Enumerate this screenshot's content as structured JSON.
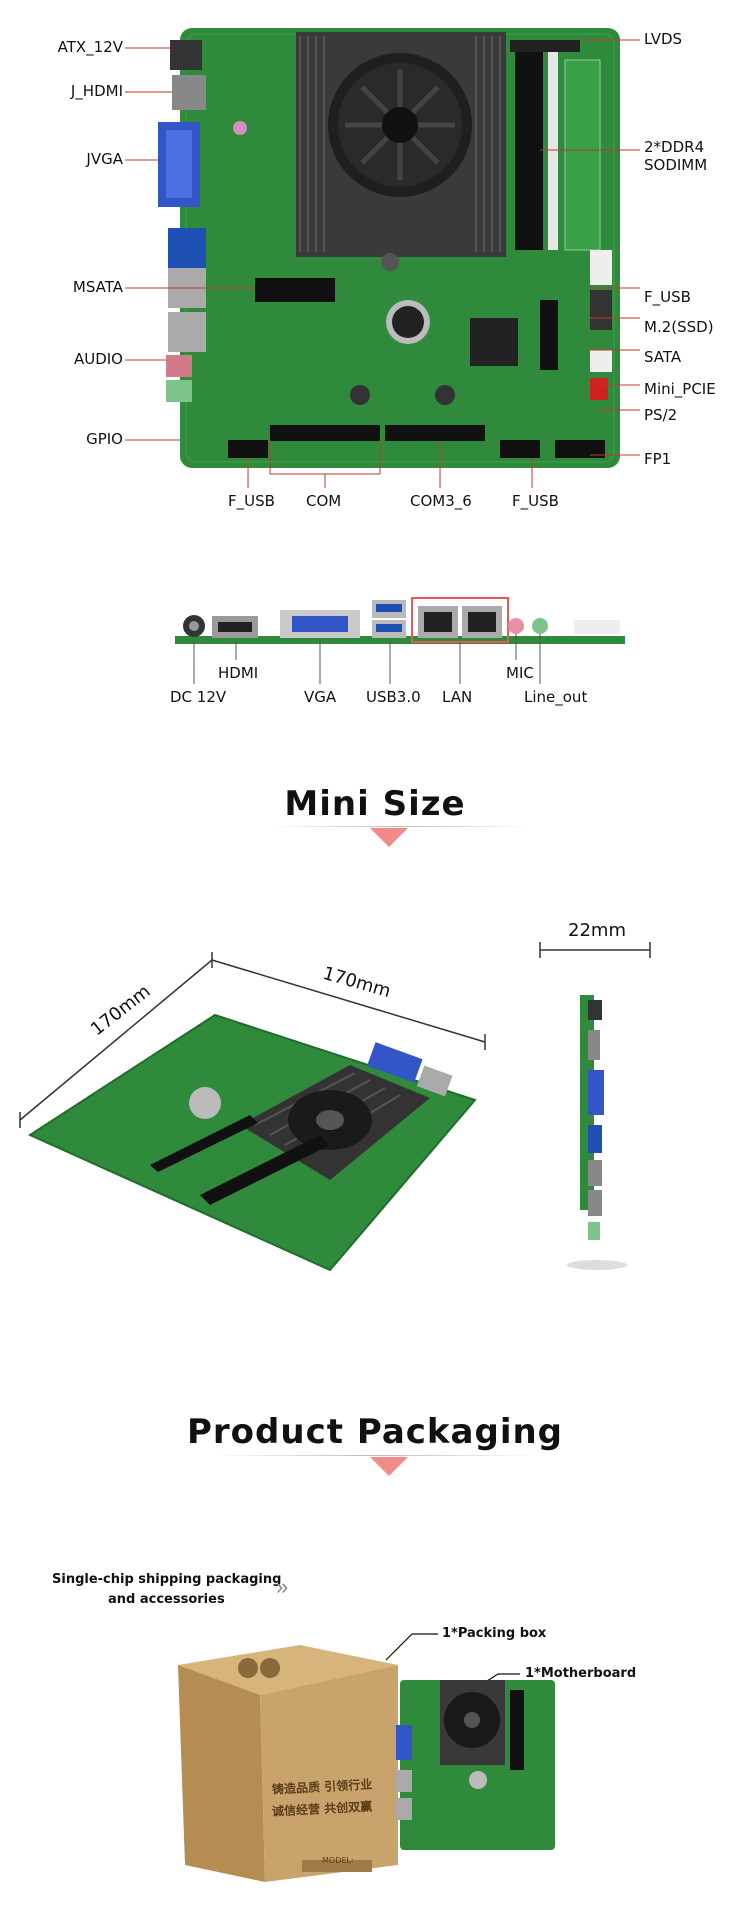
{
  "board_labels": {
    "left": [
      "ATX_12V",
      "J_HDMI",
      "JVGA",
      "MSATA",
      "AUDIO",
      "GPIO"
    ],
    "right": [
      "LVDS",
      "2*DDR4",
      "SODIMM",
      "F_USB",
      "M.2(SSD)",
      "SATA",
      "Mini_PCIE",
      "PS/2",
      "FP1"
    ],
    "bottom": [
      "F_USB",
      "COM",
      "COM3_6",
      "F_USB"
    ]
  },
  "io_labels": [
    "DC 12V",
    "HDMI",
    "VGA",
    "USB3.0",
    "LAN",
    "MIC",
    "Line_out"
  ],
  "mini_size": {
    "title": "Mini Size",
    "dim_width": "170mm",
    "dim_depth": "170mm",
    "dim_height": "22mm"
  },
  "packaging": {
    "title": "Product Packaging",
    "note_line1": "Single-chip shipping packaging",
    "note_line2": "and accessories",
    "chevron": "»",
    "item_box": "1*Packing box",
    "item_board": "1*Motherboard",
    "box_text1": "铸造品质  引领行业",
    "box_text2": "诚信经营  共创双赢",
    "box_model": "MODEL:"
  },
  "colors": {
    "pcb": "#2f8a3c",
    "pcb_dark": "#1f6e2c",
    "accent_pink": "#f28a8a",
    "box": "#c8a36b"
  }
}
